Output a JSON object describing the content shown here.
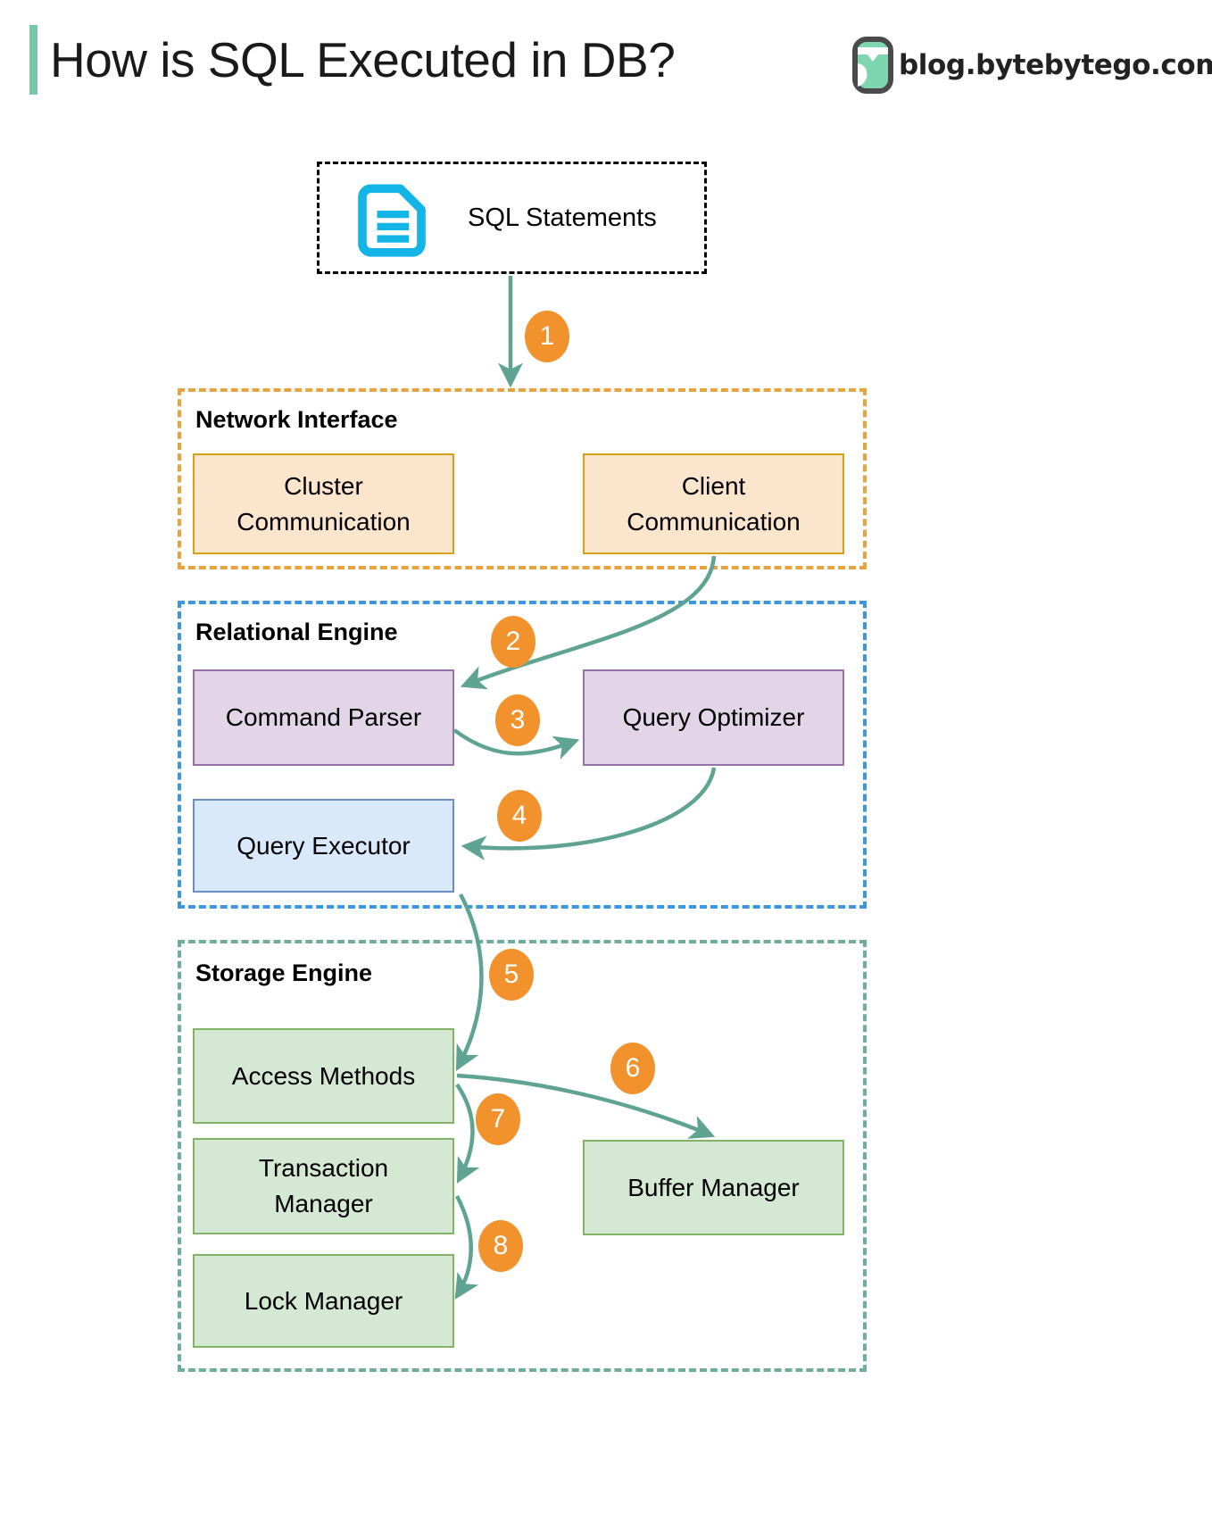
{
  "header": {
    "title": "How is SQL Executed in DB?",
    "brand_text": "blog.bytebytego.com",
    "accent_color": "#76C7A8"
  },
  "source": {
    "label": "SQL Statements",
    "icon": "document-icon",
    "icon_color": "#12B5E5",
    "border_style": "dashed-black"
  },
  "groups": [
    {
      "id": "network-interface",
      "label": "Network Interface",
      "border_color": "#E8A33D",
      "nodes": [
        {
          "id": "cluster-communication",
          "label": "Cluster\nCommunication",
          "fill": "#FCE5CD",
          "stroke": "#D6A018"
        },
        {
          "id": "client-communication",
          "label": "Client\nCommunication",
          "fill": "#FCE5CD",
          "stroke": "#D6A018"
        }
      ]
    },
    {
      "id": "relational-engine",
      "label": "Relational Engine",
      "border_color": "#3C96E0",
      "nodes": [
        {
          "id": "command-parser",
          "label": "Command Parser",
          "fill": "#E1D5E7",
          "stroke": "#9673A6"
        },
        {
          "id": "query-optimizer",
          "label": "Query Optimizer",
          "fill": "#E1D5E7",
          "stroke": "#9673A6"
        },
        {
          "id": "query-executor",
          "label": "Query Executor",
          "fill": "#DAE8FC",
          "stroke": "#6C8EBF"
        }
      ]
    },
    {
      "id": "storage-engine",
      "label": "Storage Engine",
      "border_color": "#6DAE9A",
      "nodes": [
        {
          "id": "access-methods",
          "label": "Access Methods",
          "fill": "#D5E8D4",
          "stroke": "#82B366"
        },
        {
          "id": "transaction-manager",
          "label": "Transaction\nManager",
          "fill": "#D5E8D4",
          "stroke": "#82B366"
        },
        {
          "id": "lock-manager",
          "label": "Lock Manager",
          "fill": "#D5E8D4",
          "stroke": "#82B366"
        },
        {
          "id": "buffer-manager",
          "label": "Buffer Manager",
          "fill": "#D5E8D4",
          "stroke": "#82B366"
        }
      ]
    }
  ],
  "steps": [
    {
      "number": "1",
      "from": "SQL Statements",
      "to": "Network Interface"
    },
    {
      "number": "2",
      "from": "Client Communication",
      "to": "Command Parser"
    },
    {
      "number": "3",
      "from": "Command Parser",
      "to": "Query Optimizer"
    },
    {
      "number": "4",
      "from": "Query Optimizer",
      "to": "Query Executor"
    },
    {
      "number": "5",
      "from": "Query Executor",
      "to": "Access Methods"
    },
    {
      "number": "6",
      "from": "Access Methods",
      "to": "Buffer Manager"
    },
    {
      "number": "7",
      "from": "Access Methods",
      "to": "Transaction Manager"
    },
    {
      "number": "8",
      "from": "Transaction Manager",
      "to": "Lock Manager"
    }
  ],
  "colors": {
    "badge": "#F2922C",
    "arrow": "#5FA392"
  }
}
